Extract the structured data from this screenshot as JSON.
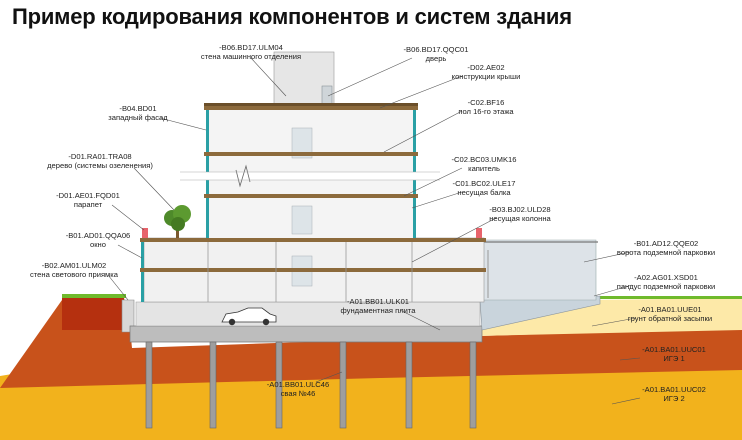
{
  "title": "Пример кодирования компонентов и систем здания",
  "colors": {
    "soil_igs2": "#f2b21c",
    "soil_igs1": "#c8521b",
    "soil_top": "#b5300f",
    "backfill": "#fde9a8",
    "slab": "#8c6a3c",
    "glass": "#2aa0a5",
    "grass": "#6fba2c",
    "parapet": "#e8636b"
  },
  "callouts": [
    {
      "code": "-B06.BD17.ULM04",
      "desc": "стена машинного отделения"
    },
    {
      "code": "-B06.BD17.QQC01",
      "desc": "дверь"
    },
    {
      "code": "-D02.AE02",
      "desc": "конструкции крыши"
    },
    {
      "code": "-B04.BD01",
      "desc": "западный фасад"
    },
    {
      "code": "-C02.BF16",
      "desc": "пол 16-го этажа"
    },
    {
      "code": "-D01.RA01.TRA08",
      "desc": "дерево (системы озеленения)"
    },
    {
      "code": "-C02.BC03.UMK16",
      "desc": "капитель"
    },
    {
      "code": "-C01.BC02.ULE17",
      "desc": "несущая балка"
    },
    {
      "code": "-D01.AE01.FQD01",
      "desc": "парапет"
    },
    {
      "code": "-B03.BJ02.ULD28",
      "desc": "несущая колонна"
    },
    {
      "code": "-B01.AD01.QQA06",
      "desc": "окно"
    },
    {
      "code": "-B01.AD12.QQE02",
      "desc": "ворота подземной парковки"
    },
    {
      "code": "-B02.AM01.ULM02",
      "desc": "стена светового приямка"
    },
    {
      "code": "-A02.AG01.XSD01",
      "desc": "пандус подземной парковки"
    },
    {
      "code": "-A01.BB01.ULK01",
      "desc": "фундаментная плита"
    },
    {
      "code": "-A01.BA01.UUE01",
      "desc": "грунт обратной засыпки"
    },
    {
      "code": "-A01.BA01.UUC01",
      "desc": "ИГЭ 1"
    },
    {
      "code": "-A01.BB01.ULC46",
      "desc": "свая №46"
    },
    {
      "code": "-A01.BA01.UUC02",
      "desc": "ИГЭ 2"
    }
  ]
}
